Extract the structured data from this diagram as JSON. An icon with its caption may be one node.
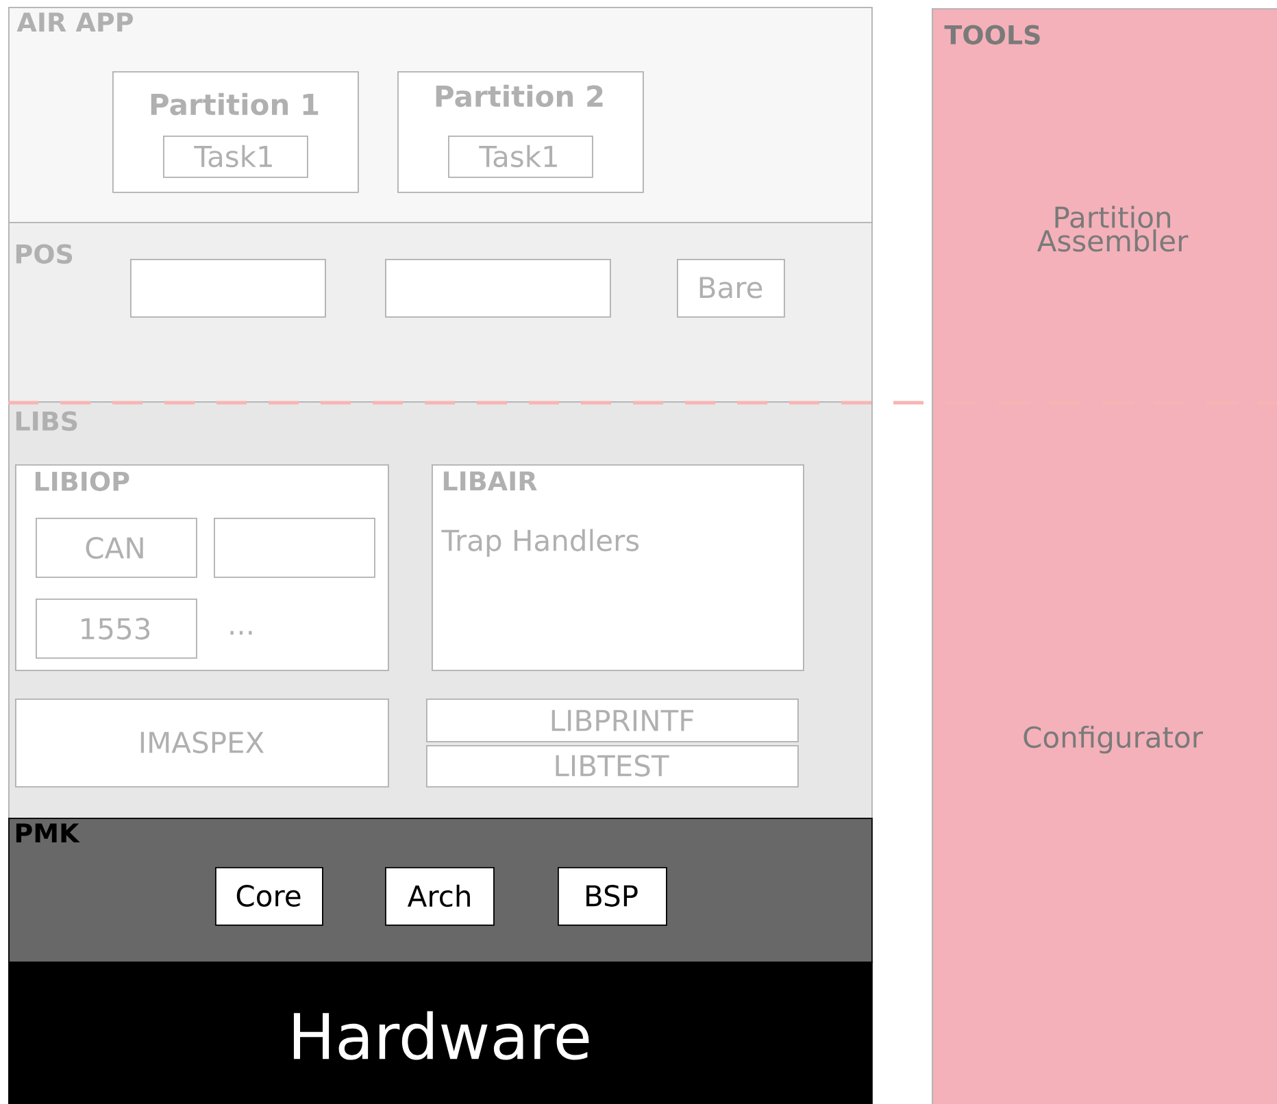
{
  "diagram": {
    "nodes": [
      {
        "text": [
          "AIR APP"
        ]
      },
      {
        "text": [
          "Partition 1"
        ],
        "in": 0
      },
      {
        "text": [
          "Task1"
        ],
        "in": 1
      },
      {
        "text": [
          "Partition 2"
        ],
        "in": 0
      },
      {
        "text": [
          "Task1"
        ],
        "in": 3
      },
      {
        "text": [
          "POS"
        ]
      },
      {
        "text": [],
        "shape": "box",
        "in": 5
      },
      {
        "text": [],
        "shape": "box",
        "in": 5
      },
      {
        "text": [
          "Bare"
        ],
        "in": 5
      },
      {
        "text": [
          "LIBS"
        ]
      },
      {
        "text": [
          "LIBIOP",
          "..."
        ],
        "in": 9
      },
      {
        "text": [
          "CAN"
        ],
        "in": 10
      },
      {
        "text": [],
        "shape": "box",
        "in": 10
      },
      {
        "text": [
          "1553"
        ],
        "in": 10
      },
      {
        "text": [
          "LIBAIR",
          "Trap Handlers"
        ],
        "in": 9
      },
      {
        "text": [
          "IMASPEX"
        ],
        "in": 9
      },
      {
        "text": [
          "LIBPRINTF"
        ],
        "in": 9
      },
      {
        "text": [
          "LIBTEST"
        ],
        "in": 9
      },
      {
        "text": [
          "PMK"
        ]
      },
      {
        "text": [
          "Core"
        ],
        "in": 18
      },
      {
        "text": [
          "Arch"
        ],
        "in": 18
      },
      {
        "text": [
          "BSP"
        ],
        "in": 18
      },
      {
        "text": [
          "Hardware"
        ]
      },
      {
        "text": [
          "TOOLS",
          "Partition Assembler",
          "Configurator"
        ]
      }
    ]
  }
}
